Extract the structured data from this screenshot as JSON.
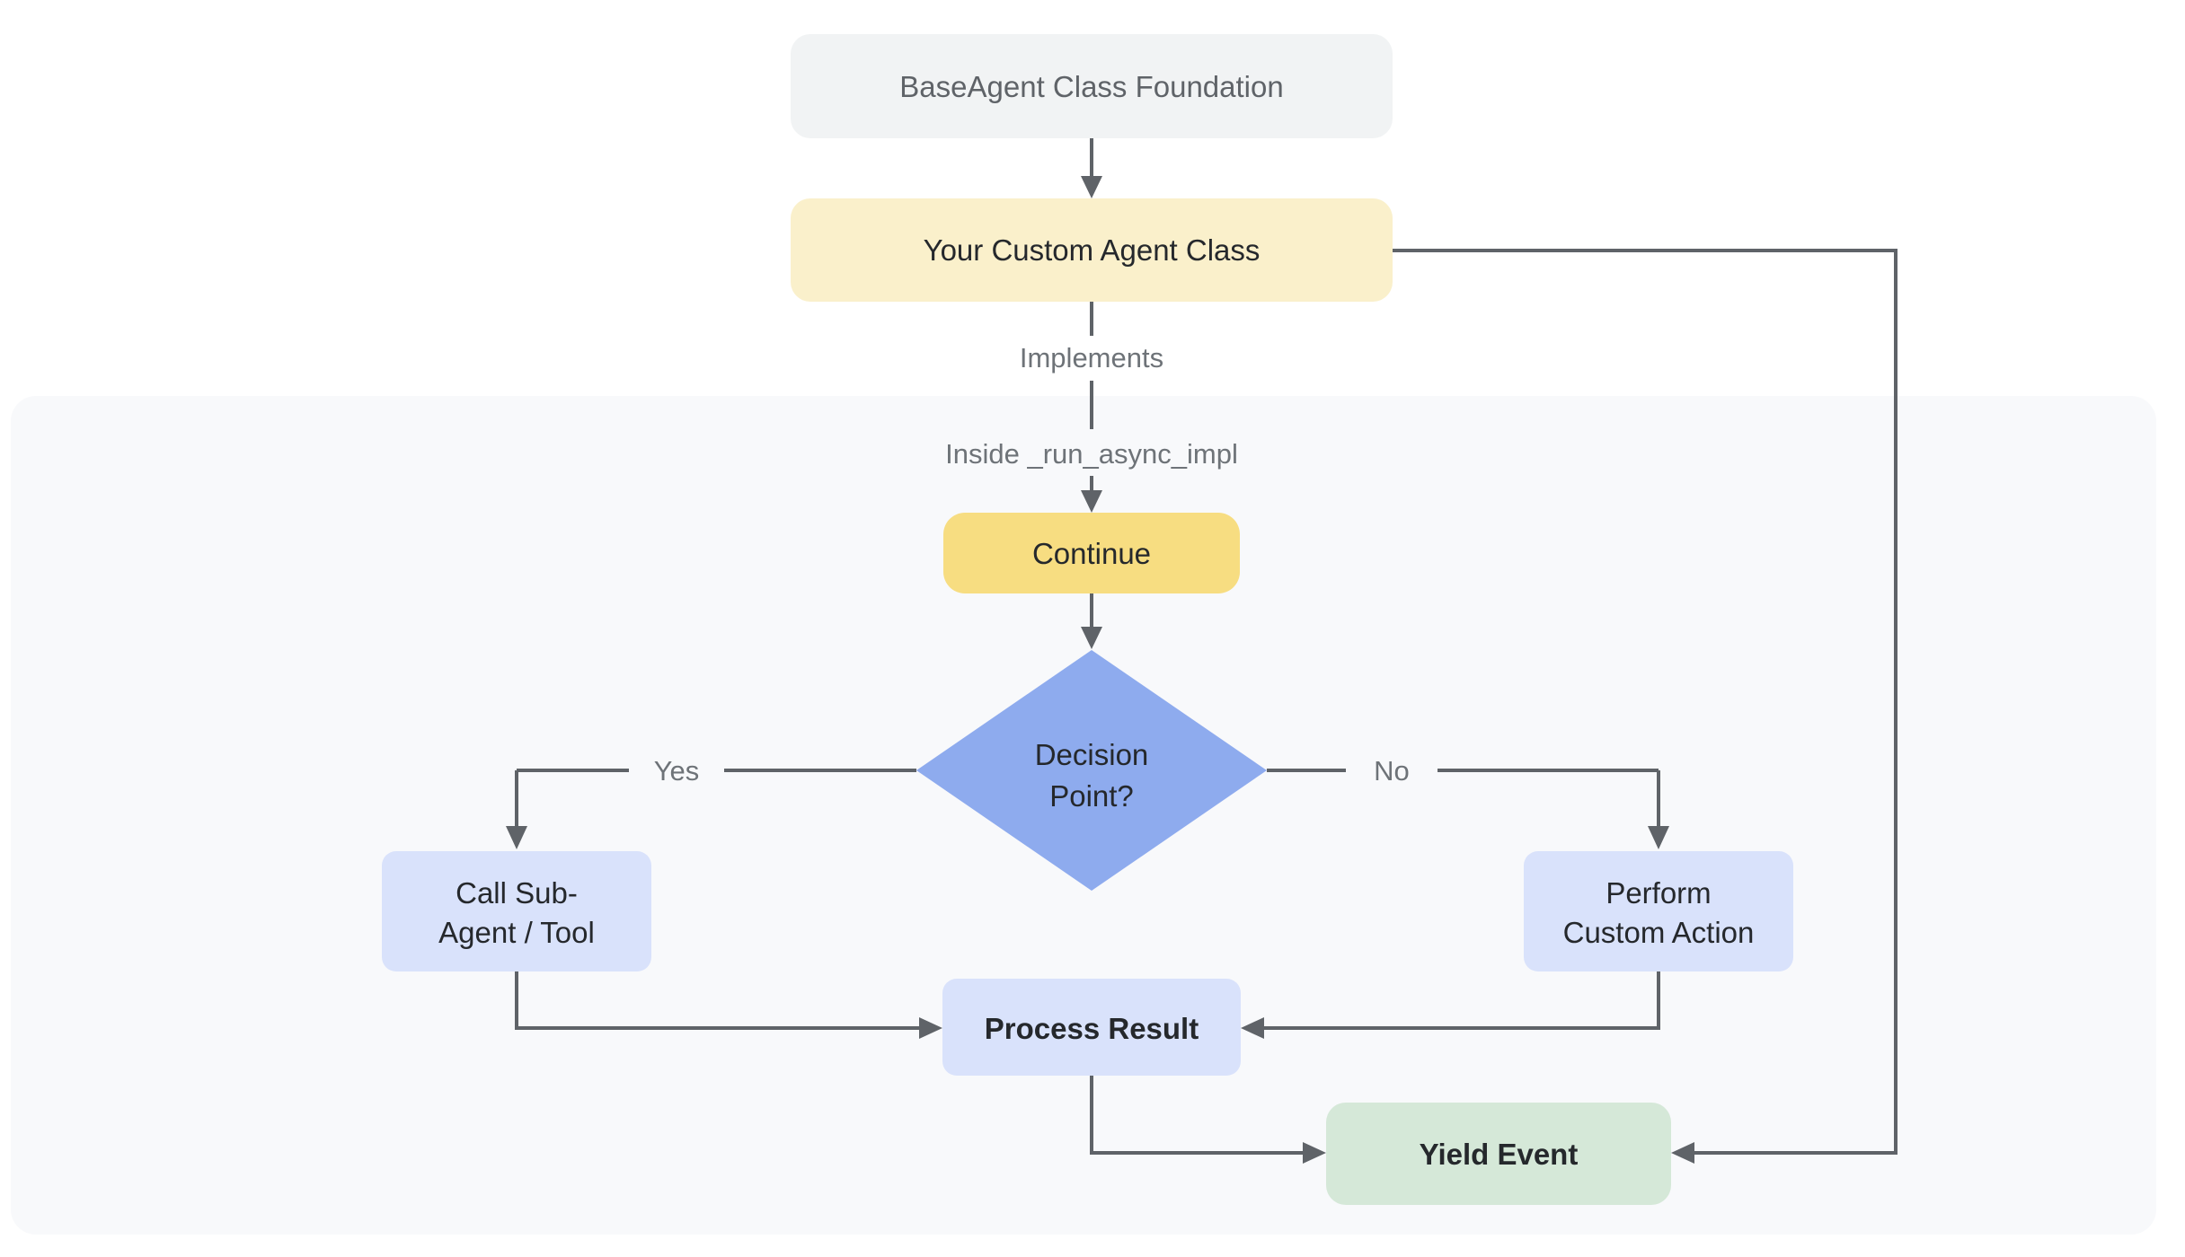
{
  "diagram": {
    "nodes": {
      "foundation": {
        "label": "BaseAgent Class Foundation"
      },
      "custom_agent": {
        "label": "Your Custom Agent Class"
      },
      "continue_step": {
        "label": "Continue"
      },
      "decision": {
        "line1": "Decision",
        "line2": "Point?"
      },
      "call_sub_agent": {
        "line1": "Call Sub-",
        "line2": "Agent / Tool"
      },
      "perform_custom_action": {
        "line1": "Perform",
        "line2": "Custom Action"
      },
      "process_result": {
        "label": "Process Result"
      },
      "yield_event": {
        "label": "Yield Event"
      }
    },
    "edge_labels": {
      "implements": "Implements",
      "inside_impl": "Inside _run_async_impl",
      "yes": "Yes",
      "no": "No"
    },
    "colors": {
      "panel": "#F8F9FB",
      "node_gray": "#F1F3F4",
      "node_yellow_pale": "#FAF0CB",
      "node_yellow": "#F7DD81",
      "node_blue": "#8EABEE",
      "node_blue_light": "#D9E2FB",
      "node_green": "#D5E8D8",
      "edge": "#5F6368",
      "text_dark": "#25282C",
      "text_gray": "#5F6368",
      "text_muted": "#6E7378"
    }
  }
}
